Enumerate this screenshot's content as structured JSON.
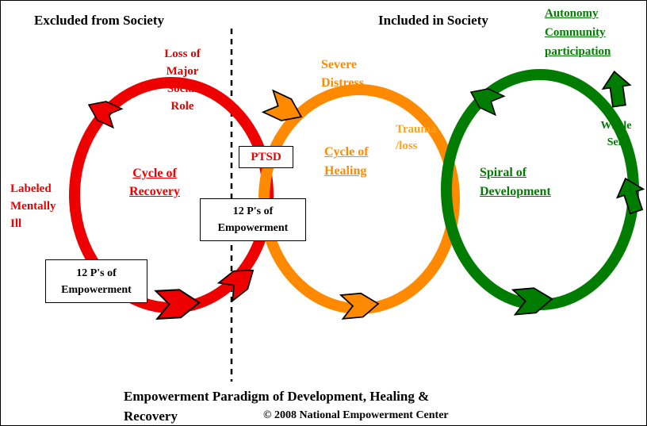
{
  "colors": {
    "red": "#ee0000",
    "orange": "#ff8a00",
    "orange_light": "#ffa41c",
    "green": "#007d00",
    "black": "#000000"
  },
  "headers": {
    "excluded": "Excluded from Society",
    "included": "Included in Society"
  },
  "recovery_cycle": {
    "title": "Cycle of\nRecovery",
    "loss_label": "Loss of\nMajor\nSocial\nRole",
    "labeled_label": "Labeled\nMentally\nIll",
    "empowerment_box_bottom": "12 P's of\nEmpowerment",
    "empowerment_box_right": "12 P's of\nEmpowerment"
  },
  "healing_cycle": {
    "title": "Cycle of\nHealing",
    "ptsd": "PTSD",
    "severe_distress": "Severe\nDistress",
    "trauma_loss": "Trauma\n/loss"
  },
  "development_spiral": {
    "title": "Spiral of\nDevelopment",
    "autonomy": "Autonomy\nCommunity\nparticipation",
    "whole_self": "Whole\nSelf"
  },
  "footer": {
    "title": "Empowerment Paradigm of Development, Healing &\nRecovery",
    "copyright": "© 2008 National Empowerment Center"
  }
}
